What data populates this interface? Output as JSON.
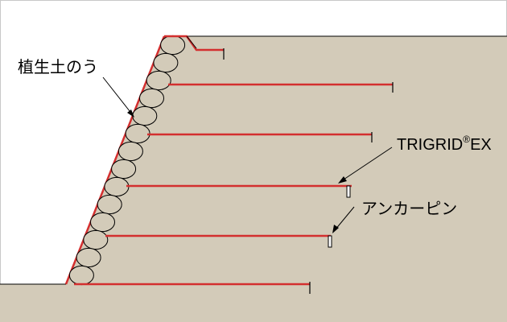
{
  "labels": {
    "vegetation_bag": "植生土のう",
    "trigrid": "TRIGRID",
    "trigrid_mark": "®",
    "trigrid_suffix": "EX",
    "anchor_pin": "アンカーピン"
  },
  "colors": {
    "background": "#ffffff",
    "soil": "#d3cbb9",
    "outline": "#000000",
    "reinforcement": "#d32f2f",
    "bag_stroke": "#000000"
  }
}
